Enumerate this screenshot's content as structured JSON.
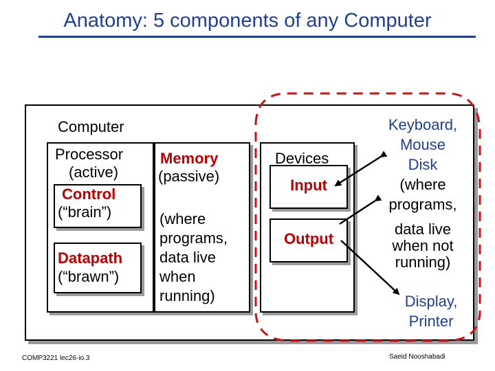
{
  "title": "Anatomy: 5 components of any Computer",
  "computer_label": "Computer",
  "processor": {
    "label": "Processor",
    "sub": "(active)",
    "control": "Control",
    "control_sub": "(“brain”)",
    "datapath": "Datapath",
    "datapath_sub": "(“brawn”)"
  },
  "memory": {
    "label": "Memory",
    "sub": "(passive)",
    "desc": [
      "(where",
      "programs,",
      "data live",
      "when",
      "running)"
    ]
  },
  "devices": {
    "label": "Devices",
    "input": "Input",
    "output": "Output"
  },
  "input_examples": [
    "Keyboard,",
    "Mouse",
    "Disk"
  ],
  "disk_note": [
    "(where",
    "programs,",
    "data live",
    "when not",
    "running)"
  ],
  "output_examples": [
    "Display,",
    "Printer"
  ],
  "footer": {
    "left": "COMP3221 lec26-io.3",
    "right": "Saeid Nooshabadi"
  },
  "colors": {
    "title": "#1f3f9a",
    "highlight": "#c00000",
    "dashed_outline": "#d01010",
    "box_shadow": "#9a9a9a"
  }
}
